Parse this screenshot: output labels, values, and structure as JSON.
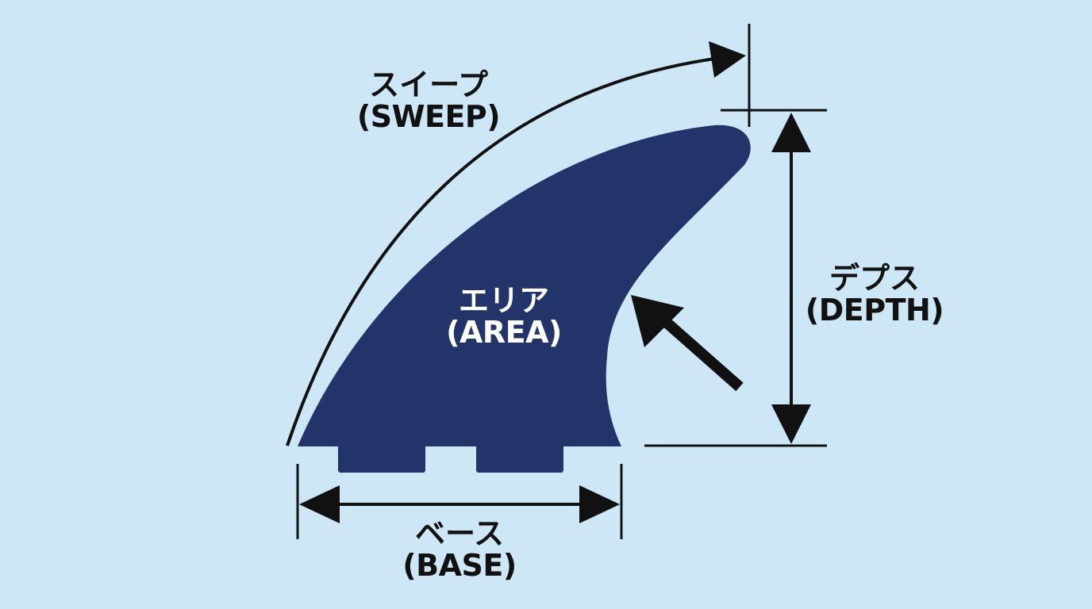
{
  "colors": {
    "background": "#cde7f6",
    "fin": "#22346a",
    "line": "#111111",
    "area_text": "#ffffff"
  },
  "labels": {
    "sweep": {
      "jp": "スイープ",
      "en": "(SWEEP)"
    },
    "area": {
      "jp": "エリア",
      "en": "(AREA)"
    },
    "depth": {
      "jp": "デプス",
      "en": "(DEPTH)"
    },
    "base": {
      "jp": "ベース",
      "en": "(BASE)"
    }
  }
}
